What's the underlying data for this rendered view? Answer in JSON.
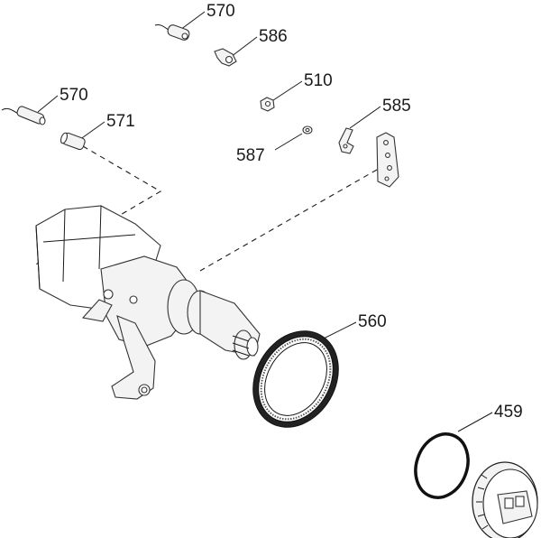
{
  "callouts": [
    {
      "id": "570-top",
      "text": "570"
    },
    {
      "id": "586",
      "text": "586"
    },
    {
      "id": "510",
      "text": "510"
    },
    {
      "id": "570-left",
      "text": "570"
    },
    {
      "id": "571",
      "text": "571"
    },
    {
      "id": "585",
      "text": "585"
    },
    {
      "id": "587",
      "text": "587"
    },
    {
      "id": "560",
      "text": "560"
    },
    {
      "id": "459",
      "text": "459"
    }
  ]
}
